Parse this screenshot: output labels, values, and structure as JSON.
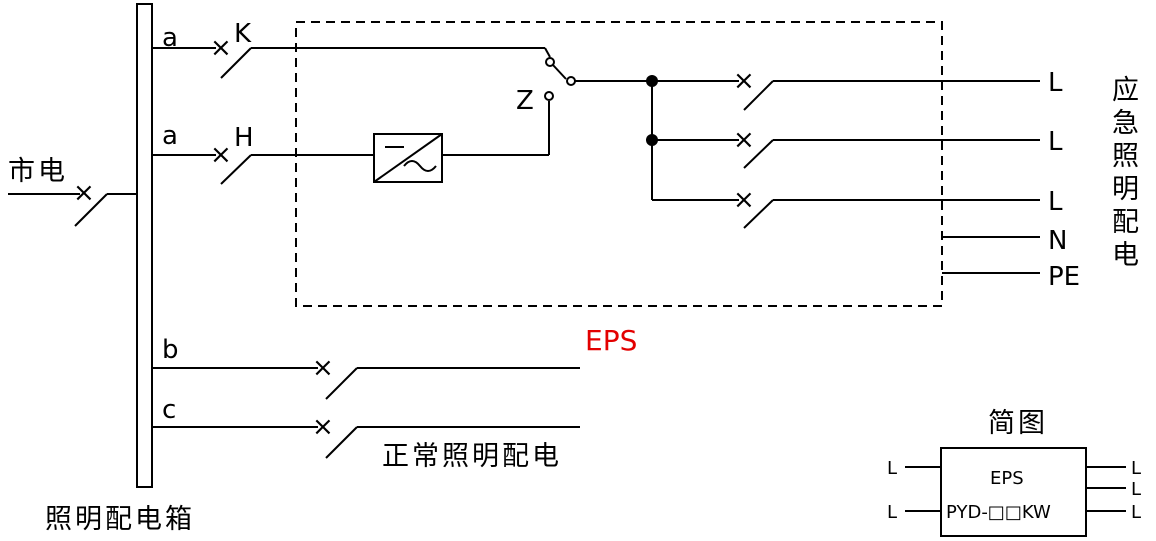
{
  "mains_label": "市电",
  "busbar_label": "照明配电箱",
  "branch_a1": "a",
  "branch_a2": "a",
  "branch_b": "b",
  "branch_c": "c",
  "switch_k": "K",
  "switch_h": "H",
  "switch_z": "Z",
  "eps_label": "EPS",
  "outputs": [
    "L",
    "L",
    "L",
    "N",
    "PE"
  ],
  "emergency_label_chars": [
    "应",
    "急",
    "照",
    "明",
    "配",
    "电"
  ],
  "normal_label": "正常照明配电",
  "legend": {
    "title": "简图",
    "box_line1": "EPS",
    "box_line2": "PYD-□□KW",
    "left_labels": [
      "L",
      "L"
    ],
    "right_labels": [
      "L",
      "L",
      "L"
    ]
  },
  "colors": {
    "eps_red": "#e30000"
  }
}
